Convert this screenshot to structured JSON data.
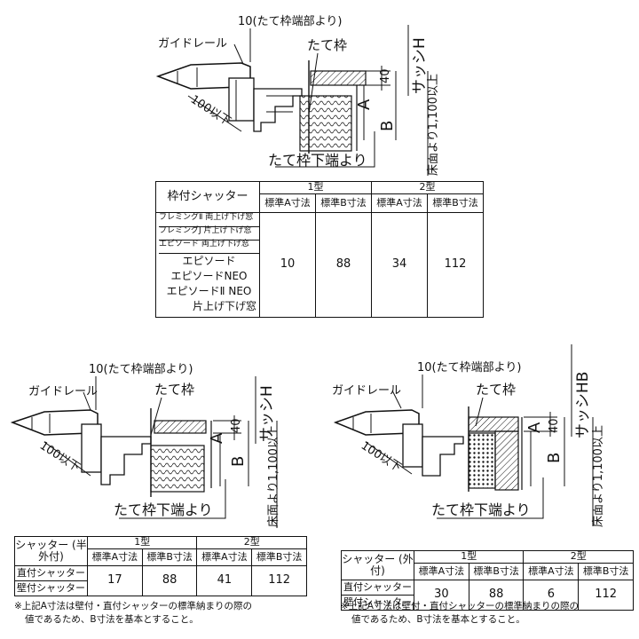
{
  "diagrams": [
    {
      "dim_10": "10(たて枠端部より)",
      "guide_rail": "ガイドレール",
      "frame": "たて枠",
      "from_bottom": "たて枠下端より",
      "sash_h": "サッシH",
      "floor": "床面より1,100以上",
      "dim_100": "100以下",
      "dim_40": "40",
      "label_a": "A",
      "label_b": "B"
    },
    {
      "dim_10": "10(たて枠端部より)",
      "guide_rail": "ガイドレール",
      "frame": "たて枠",
      "from_bottom": "たて枠下端より",
      "sash_h": "サッシH",
      "floor": "床面より1,100以上",
      "dim_100": "100以下",
      "dim_40": "40",
      "label_a": "A",
      "label_b": "B"
    },
    {
      "dim_10": "10(たて枠端部より)",
      "guide_rail": "ガイドレール",
      "frame": "たて枠",
      "from_bottom": "たて枠下端より",
      "sash_h": "サッシHB",
      "floor": "床面より1,100以上",
      "dim_100": "100以下",
      "dim_40": "40",
      "label_a": "A",
      "label_b": "B"
    }
  ],
  "table_top": {
    "corner": "枠付シャッター",
    "type1": "1型",
    "type2": "2型",
    "std_a": "標準A寸法",
    "std_b": "標準B寸法",
    "rows": [
      "フレミングⅡ 両上げ下げ窓",
      "フレミングJ 片上げ下げ窓",
      "エピソード 両上げ下げ窓",
      "エピソード",
      "エピソードNEO",
      "エピソードⅡ NEO",
      "片上げ下げ窓"
    ],
    "values": [
      "10",
      "88",
      "34",
      "112"
    ]
  },
  "table_left": {
    "corner": "シャッター (半外付)",
    "type1": "1型",
    "type2": "2型",
    "std_a": "標準A寸法",
    "std_b": "標準B寸法",
    "rows": [
      "直付シャッター",
      "壁付シャッター"
    ],
    "values": [
      "17",
      "88",
      "41",
      "112"
    ]
  },
  "table_right": {
    "corner": "シャッター (外付)",
    "type1": "1型",
    "type2": "2型",
    "std_a": "標準A寸法",
    "std_b": "標準B寸法",
    "rows": [
      "直付シャッター",
      "壁付シャッター"
    ],
    "values": [
      "30",
      "88",
      "6",
      "112"
    ]
  },
  "notes": {
    "left": [
      "※上記A寸法は壁付・直付シャッターの標準納まりの際の",
      "値であるため、B寸法を基本とすること。"
    ],
    "right": [
      "※上記A寸法は壁付・直付シャッターの標準納まりの際の",
      "値であるため、B寸法を基本とすること。"
    ]
  }
}
